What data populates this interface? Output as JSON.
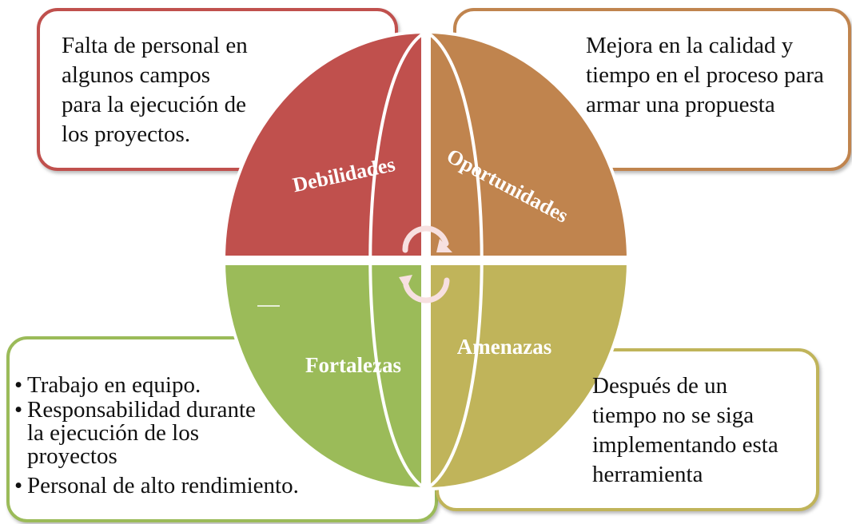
{
  "quadrants": {
    "debilidades": {
      "label": "Debilidades",
      "color": "#c0504d",
      "text_lines": [
        "Falta de personal en",
        "algunos campos",
        "para la ejecución de",
        "los proyectos."
      ]
    },
    "oportunidades": {
      "label": "Oportunidades",
      "color": "#c0844e",
      "text_lines": [
        "Mejora en la calidad y",
        "tiempo en el proceso para",
        "armar una propuesta"
      ]
    },
    "fortalezas": {
      "label": "Fortalezas",
      "color": "#9bbb59",
      "items": [
        [
          "Trabajo en equipo."
        ],
        [
          "Responsabilidad durante",
          "la ejecución de los",
          "proyectos"
        ],
        [
          "Personal de alto rendimiento."
        ]
      ]
    },
    "amenazas": {
      "label": "Amenazas",
      "color": "#c0b45a",
      "text_lines": [
        "Después de un",
        "tiempo no se siga",
        "implementando esta",
        "herramienta"
      ]
    }
  },
  "center_icon": "cycle-arrows-icon"
}
